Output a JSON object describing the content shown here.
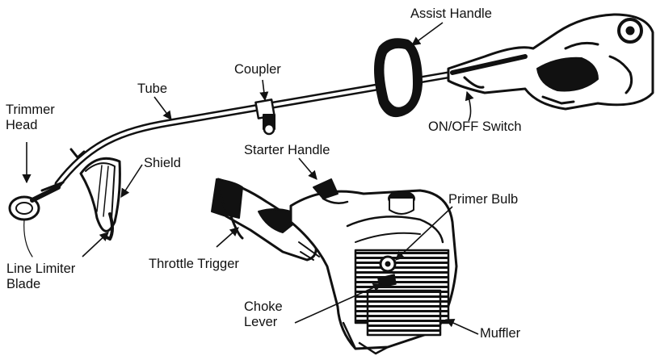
{
  "labels": {
    "assist_handle": "Assist Handle",
    "coupler": "Coupler",
    "tube": "Tube",
    "trimmer_head": [
      "Trimmer",
      "Head"
    ],
    "shield": "Shield",
    "on_off_switch": "ON/OFF Switch",
    "starter_handle": "Starter Handle",
    "primer_bulb": "Primer Bulb",
    "line_limiter_blade": [
      "Line Limiter",
      "Blade"
    ],
    "throttle_trigger": "Throttle Trigger",
    "choke_lever": [
      "Choke",
      "Lever"
    ],
    "muffler": "Muffler"
  }
}
